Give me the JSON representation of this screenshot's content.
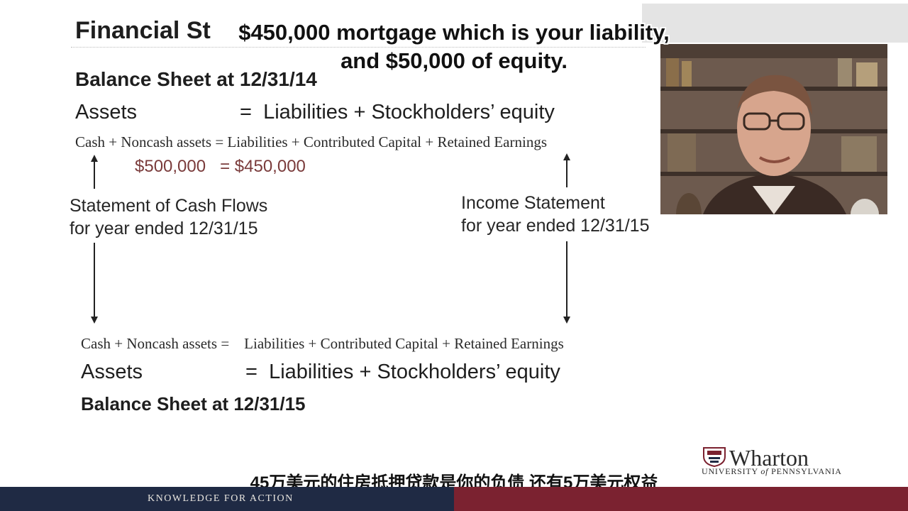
{
  "slide": {
    "title": "Financial St",
    "balance_sheet_top": "Balance Sheet at 12/31/14",
    "equation_top": "Assets                  =  Liabilities + Stockholders’ equity",
    "detail_top": "Cash + Noncash assets = Liabilities + Contributed Capital + Retained Earnings",
    "values": "$500,000   = $450,000",
    "cash_flows_line1": "Statement of Cash Flows",
    "cash_flows_line2": "for year ended 12/31/15",
    "income_line1": "Income Statement",
    "income_line2": "for year ended 12/31/15",
    "detail_bottom": "Cash + Noncash assets =    Liabilities + Contributed Capital + Retained Earnings",
    "equation_bottom": "Assets                  =  Liabilities + Stockholders’ equity",
    "balance_sheet_bottom": "Balance Sheet at 12/31/15"
  },
  "subtitles": {
    "english_line1": "$450,000 mortgage which is your liability,",
    "english_line2": "and $50,000 of equity.",
    "chinese": "45万美元的住房抵押贷款是你的负债 还有5万美元权益"
  },
  "footer": {
    "tagline": "KNOWLEDGE FOR ACTION"
  },
  "logo": {
    "name": "Wharton",
    "university_prefix": "UNIVERSITY ",
    "university_of": "of",
    "university_suffix": " PENNSYLVANIA",
    "crest_icon": "shield-crest-icon"
  },
  "webcam": {
    "icon": "presenter-video-feed"
  },
  "colors": {
    "footer_navy": "#1f2a44",
    "footer_red": "#7b2230",
    "value_red": "#7a3b3b"
  }
}
